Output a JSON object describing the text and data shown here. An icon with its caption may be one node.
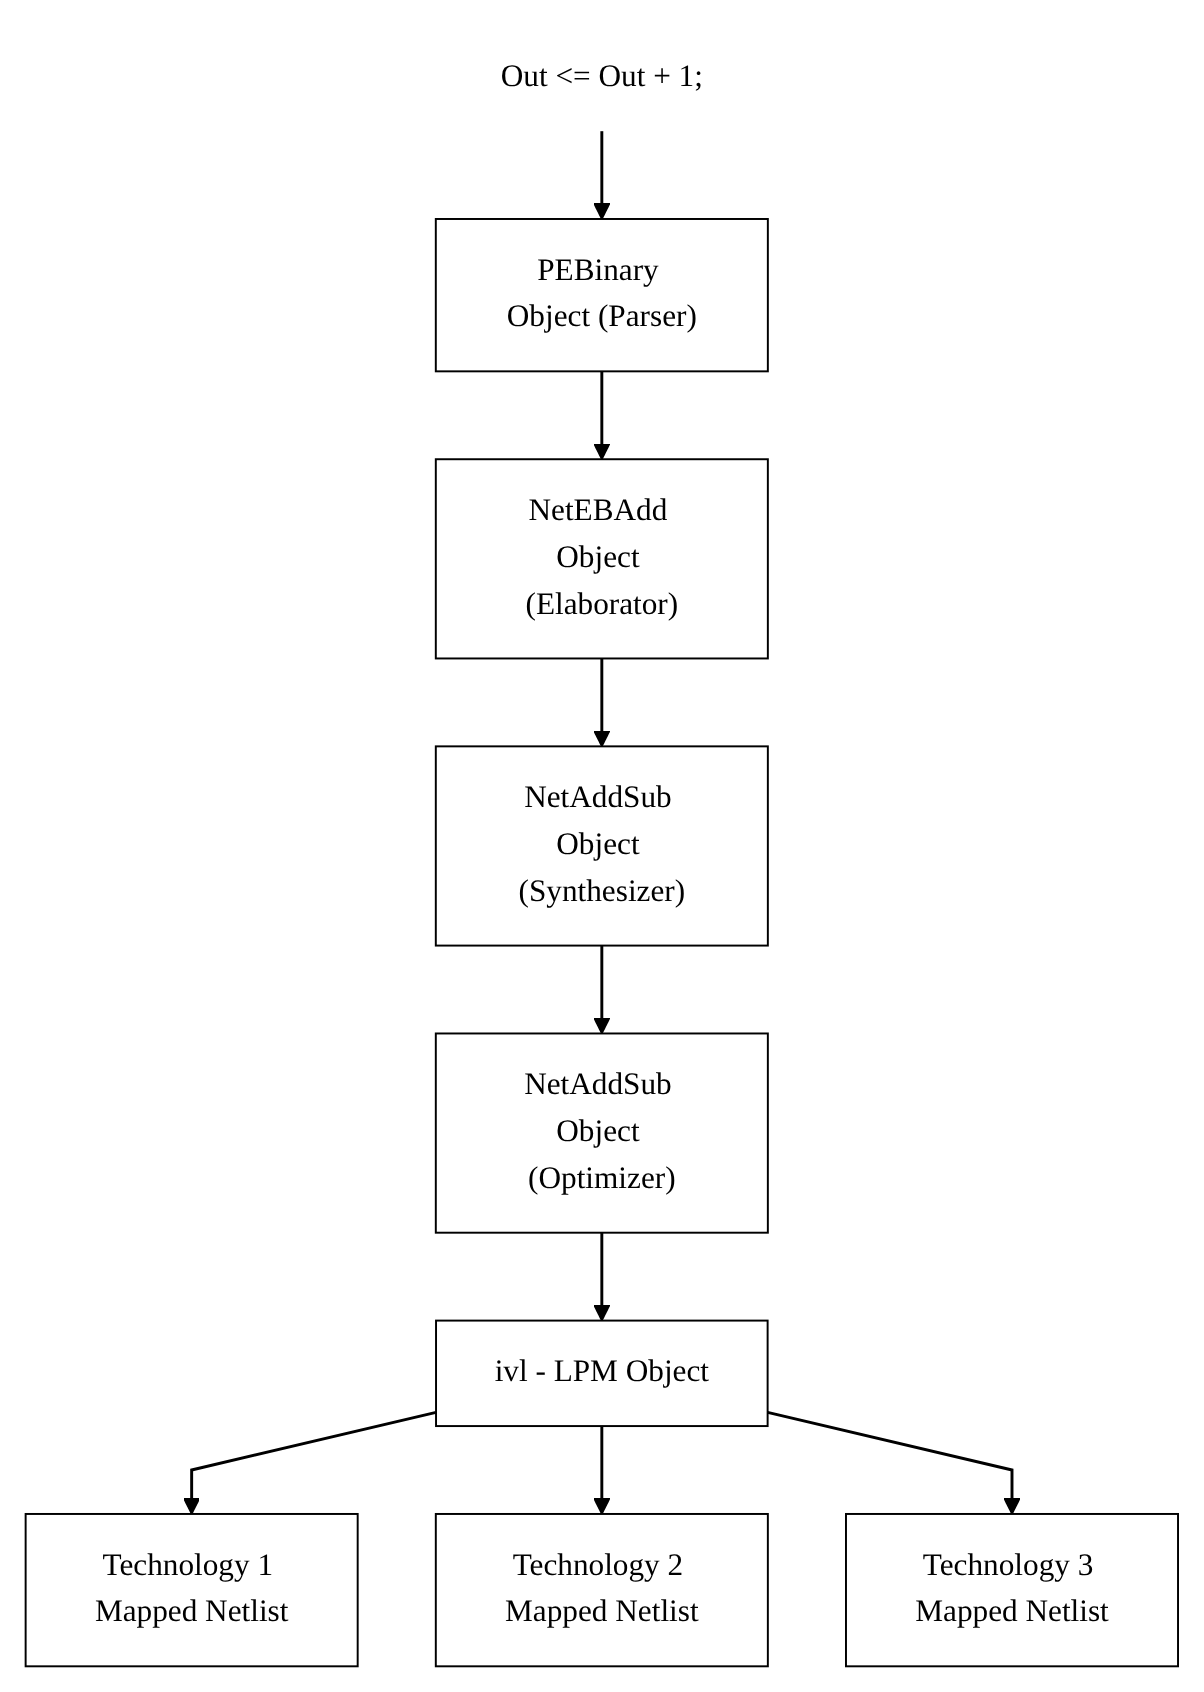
{
  "diagram": {
    "nodes": [
      {
        "text": [
          "Out <= Out + 1;"
        ]
      },
      {
        "text": [
          "PEBinary Object (Parser)"
        ]
      },
      {
        "text": [
          "NetEBAdd Object (Elaborator)"
        ]
      },
      {
        "text": [
          "NetAddSub Object (Synthesizer)"
        ]
      },
      {
        "text": [
          "NetAddSub Object (Optimizer)"
        ]
      },
      {
        "text": [
          "ivl - LPM Object"
        ]
      },
      {
        "text": [
          "Technology 1 Mapped Netlist"
        ]
      },
      {
        "text": [
          "Technology 2 Mapped Netlist"
        ]
      },
      {
        "text": [
          "Technology 3 Mapped Netlist"
        ]
      }
    ],
    "edges": [
      {
        "from": 0,
        "to": 1,
        "arrow": "to"
      },
      {
        "from": 1,
        "to": 2,
        "arrow": "to"
      },
      {
        "from": 2,
        "to": 3,
        "arrow": "to"
      },
      {
        "from": 3,
        "to": 4,
        "arrow": "to"
      },
      {
        "from": 4,
        "to": 5,
        "arrow": "to"
      },
      {
        "from": 5,
        "to": 6,
        "arrow": "to"
      },
      {
        "from": 5,
        "to": 7,
        "arrow": "to"
      },
      {
        "from": 5,
        "to": 8,
        "arrow": "to"
      }
    ]
  }
}
